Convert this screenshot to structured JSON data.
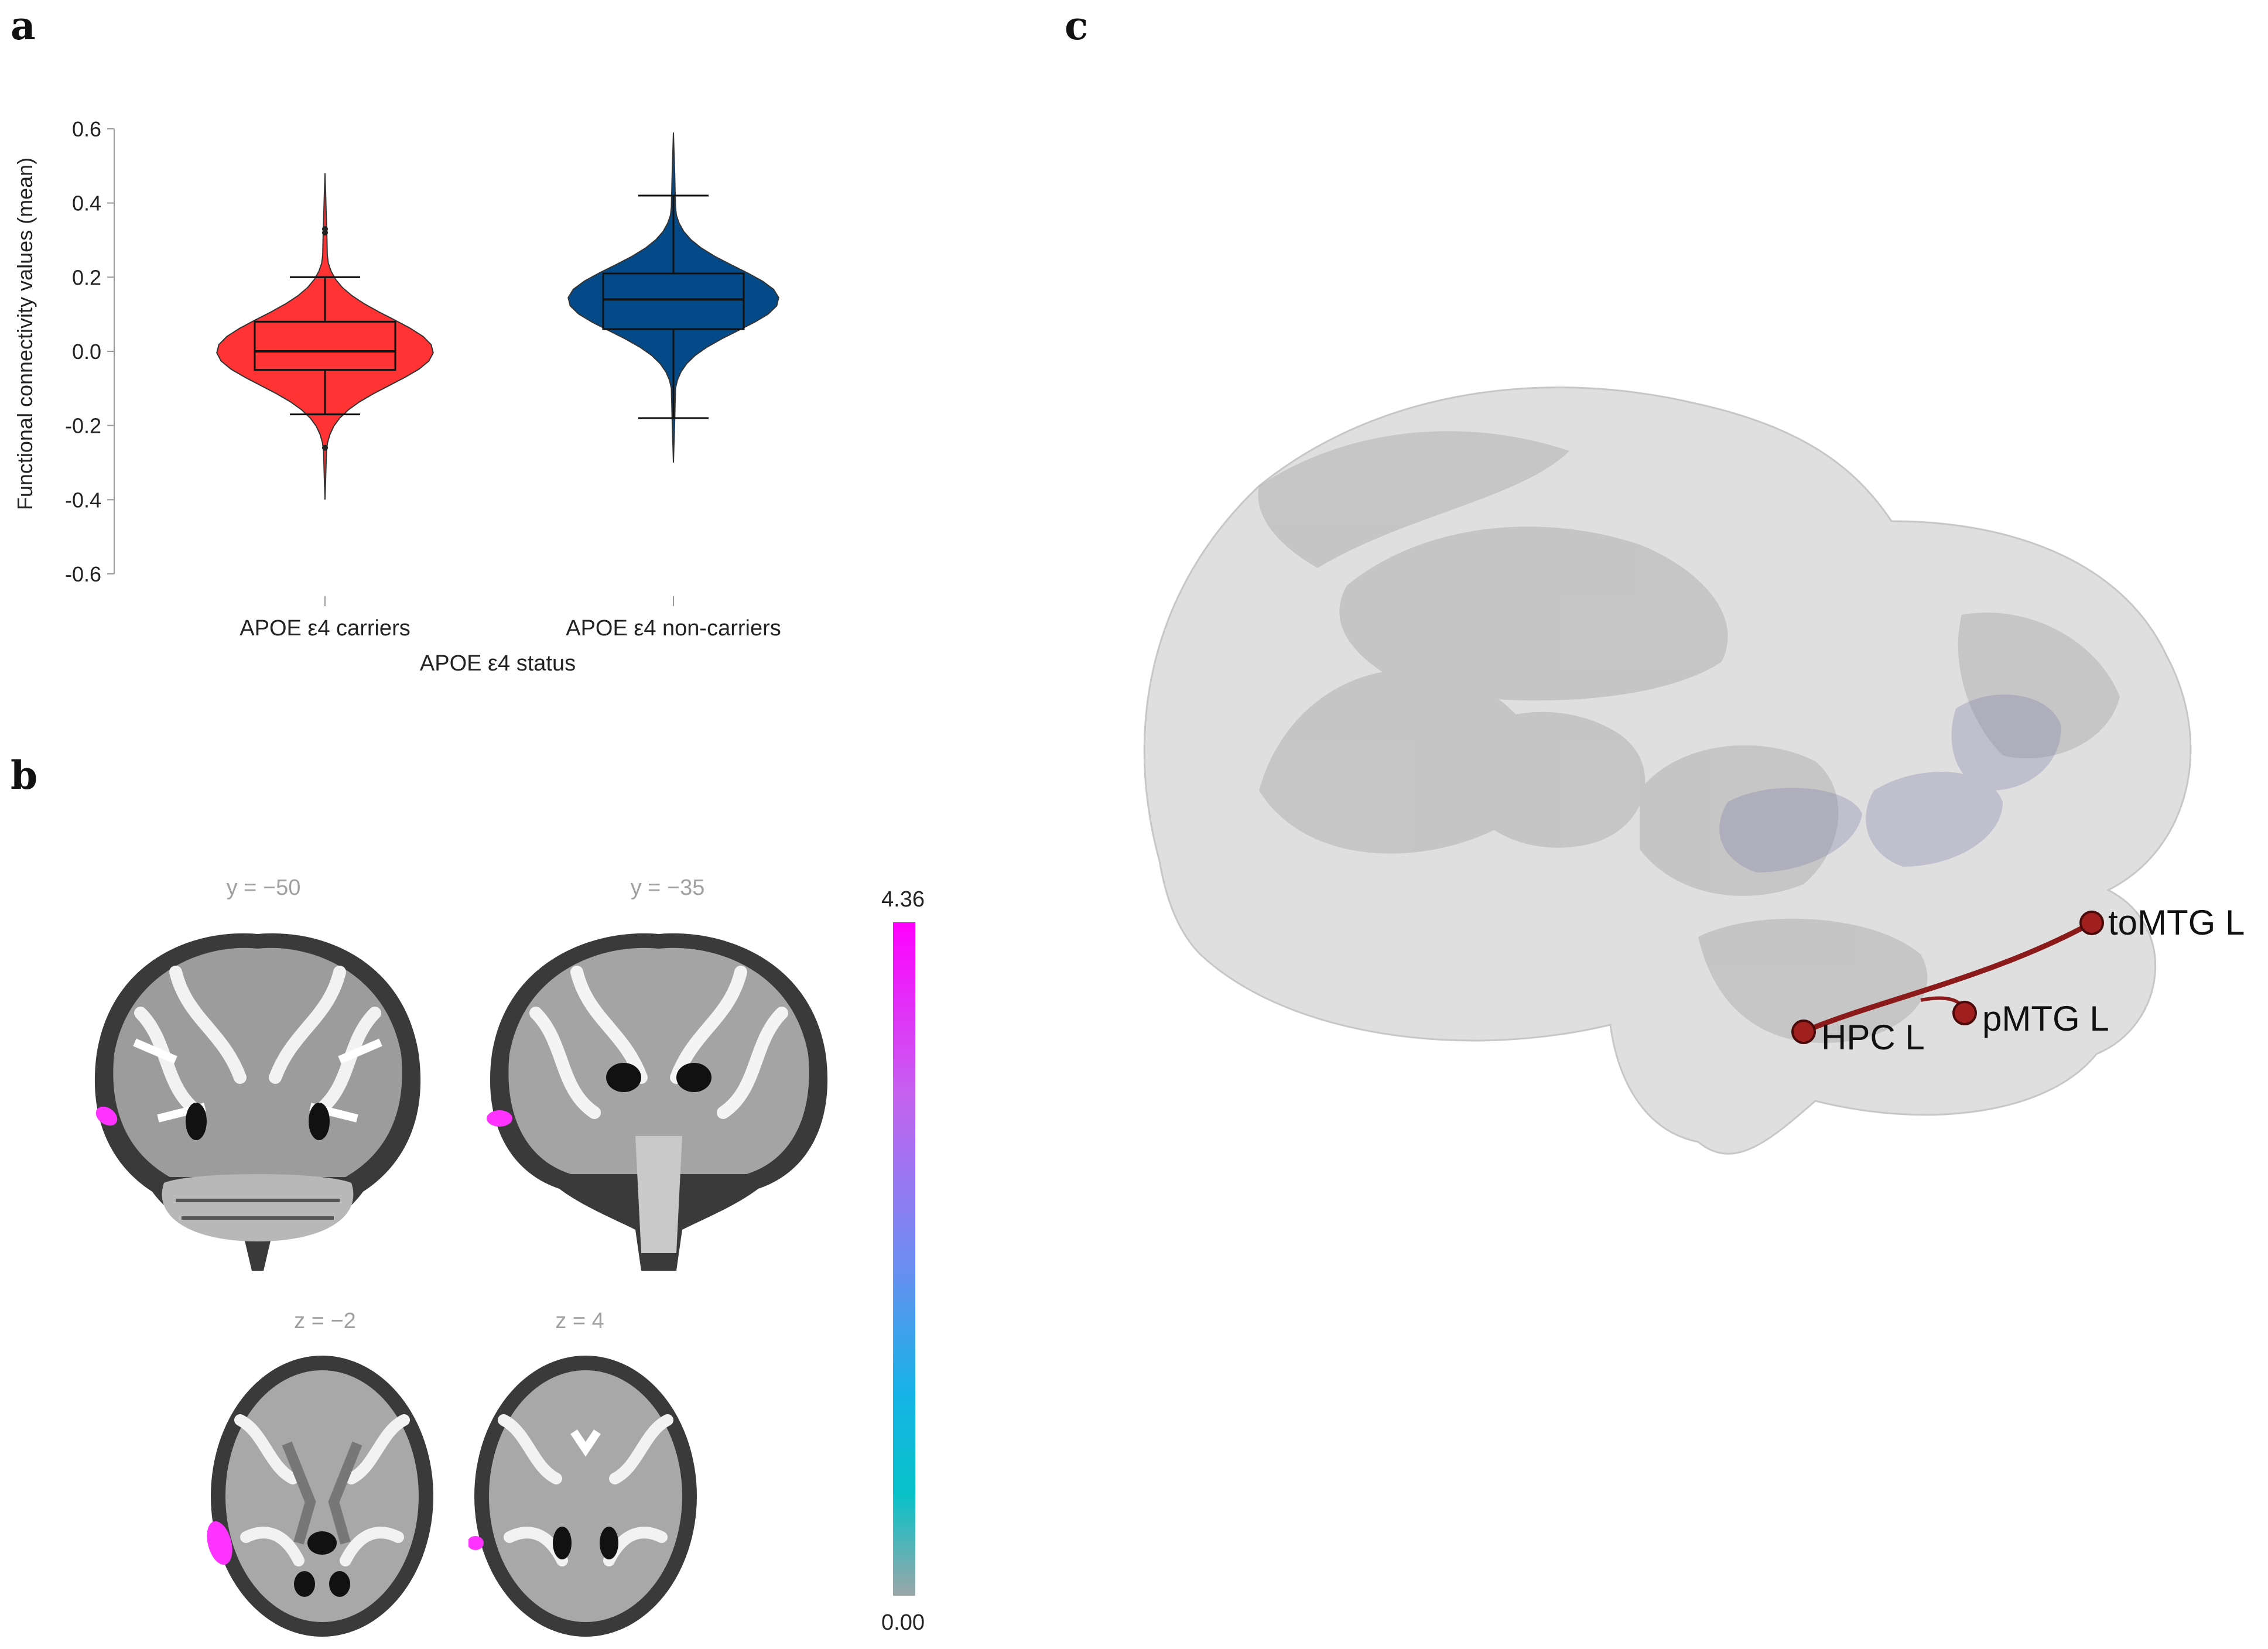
{
  "panels": {
    "a": "a",
    "b": "b",
    "c": "c"
  },
  "chart_data": {
    "type": "violin",
    "title": "",
    "xlabel": "APOE ε4 status",
    "ylabel": "Functional connectivity values (mean)",
    "ylim": [
      -0.6,
      0.6
    ],
    "yticks": [
      "0.6",
      "0.4",
      "0.2",
      "0.0",
      "-0.2",
      "-0.4",
      "-0.6"
    ],
    "grid": false,
    "categories": [
      "APOE ε4 carriers",
      "APOE ε4 non-carriers"
    ],
    "colors": [
      "#ff3333",
      "#044a89"
    ],
    "groups": [
      {
        "category": "APOE ε4 carriers",
        "min": -0.17,
        "q1": -0.05,
        "median": 0.0,
        "q3": 0.08,
        "max": 0.2,
        "outliers": [
          0.33,
          0.32,
          -0.26
        ],
        "density_range": [
          -0.4,
          0.48
        ]
      },
      {
        "category": "APOE ε4 non-carriers",
        "min": -0.18,
        "q1": 0.06,
        "median": 0.14,
        "q3": 0.21,
        "max": 0.42,
        "outliers": [],
        "density_range": [
          -0.3,
          0.59
        ]
      }
    ]
  },
  "brain_slices": {
    "labels": [
      "y = −50",
      "y = −35",
      "z = −2",
      "z = 4"
    ],
    "colorbar": {
      "max": "4.36",
      "min": "0.00",
      "colors": [
        "#ff00ff",
        "#6f8bf2",
        "#08c2c8",
        "#9aa6a8"
      ]
    }
  },
  "connectome": {
    "nodes": [
      "toMTG L",
      "pMTG L",
      "HPC L"
    ],
    "edge_color": "#8b1a1a",
    "node_color": "#a02020"
  }
}
